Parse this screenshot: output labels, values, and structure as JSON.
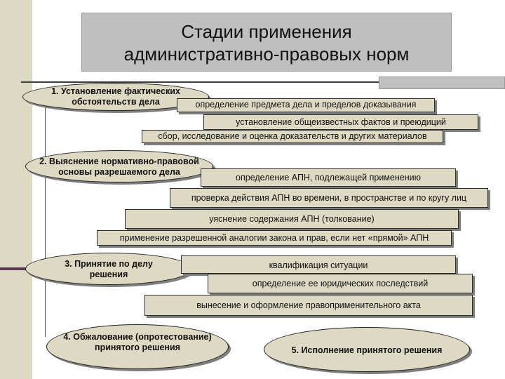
{
  "title": {
    "line1": "Стадии применения",
    "line2": "административно-правовых норм"
  },
  "stages": [
    {
      "line1": "1. Установление фактических",
      "line2": "обстоятельств дела"
    },
    {
      "line1": "2. Выяснение нормативно-правовой",
      "line2": "основы разрешаемого дела"
    },
    {
      "line1": "3. Принятие по делу",
      "line2": "решения"
    },
    {
      "line1": "4. Обжалование (опротестование)",
      "line2": "принятого решения"
    },
    {
      "line1": "5. Исполнение принятого решения",
      "line2": ""
    }
  ],
  "steps": [
    "определение предмета дела и пределов доказывания",
    "установление общеизвестных фактов и преюдиций",
    "сбор, исследование и оценка доказательств и других материалов",
    "определение АПН, подлежащей применению",
    "проверка действия АПН во времени, в пространстве и по кругу лиц",
    "уяснение содержания АПН (толкование)",
    "применение разрешенной аналогии закона и прав, если нет «прямой» АПН",
    "квалификация ситуации",
    "определение ее юридических последствий",
    "вынесение и оформление правоприменительного акта"
  ],
  "colors": {
    "box_fill": "#ddd9c3",
    "title_fill": "#bfbfbf",
    "accent": "#5a3a5a"
  }
}
